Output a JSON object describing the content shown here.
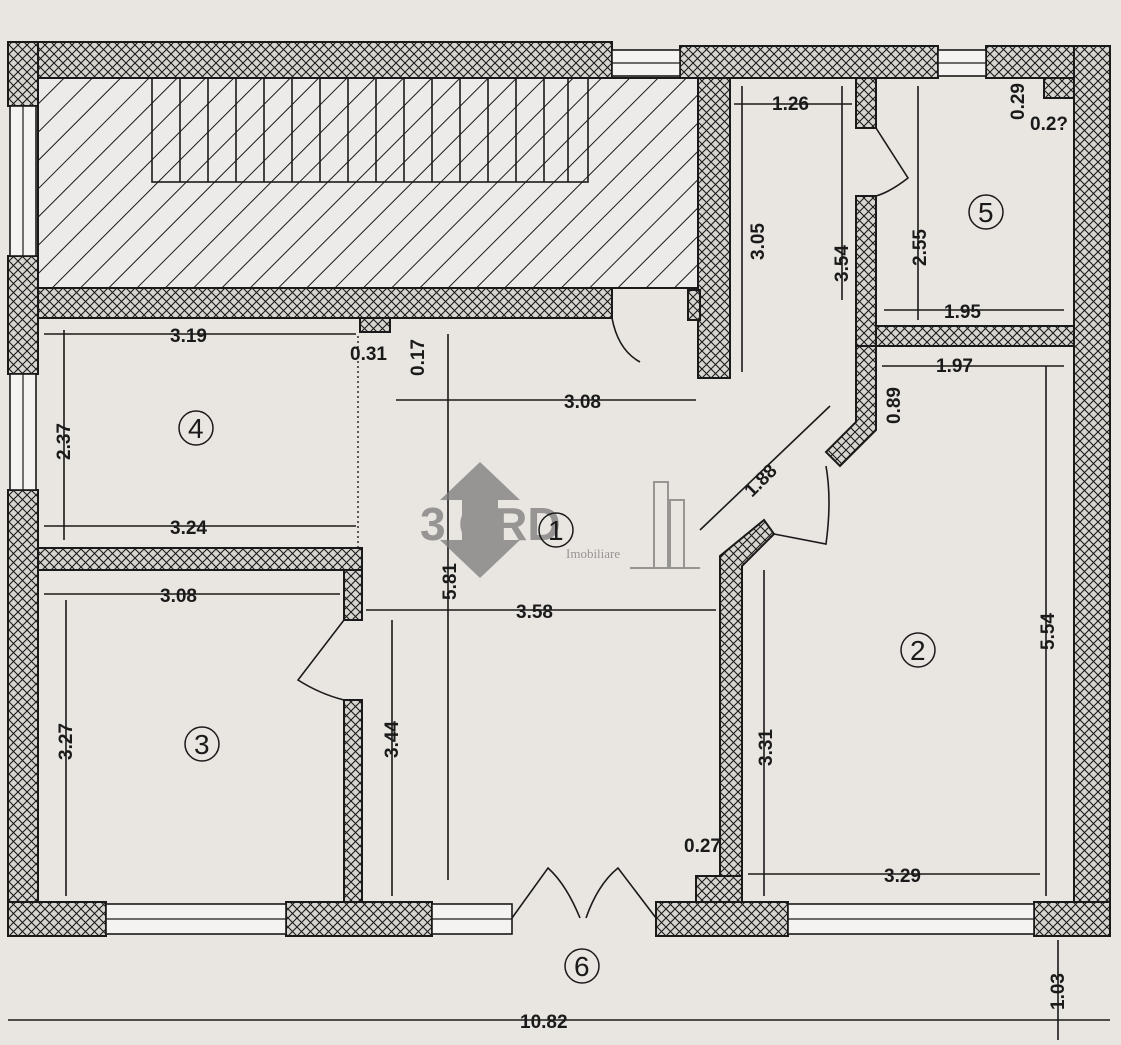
{
  "colors": {
    "background": "#e9e6e2",
    "line": "#1a1a1a",
    "logo": "#7b7b7b"
  },
  "logo": {
    "text": "3 ORD",
    "subtext": "Imobiliare"
  },
  "rooms": [
    {
      "number": "1"
    },
    {
      "number": "2"
    },
    {
      "number": "3"
    },
    {
      "number": "4"
    },
    {
      "number": "5"
    },
    {
      "number": "6"
    }
  ],
  "dimensions": {
    "d_1_26": "1.26",
    "d_0_29": "0.29",
    "d_0_2x": "0.2?",
    "d_3_05": "3.05",
    "d_3_54": "3.54",
    "d_2_55": "2.55",
    "d_1_95": "1.95",
    "d_1_97": "1.97",
    "d_0_89": "0.89",
    "d_3_19": "3.19",
    "d_0_31": "0.31",
    "d_0_17": "0.17",
    "d_3_08_top": "3.08",
    "d_2_37": "2.37",
    "d_1_88": "1.88",
    "d_3_24": "3.24",
    "d_3_08_left": "3.08",
    "d_5_81": "5.81",
    "d_3_58": "3.58",
    "d_5_54": "5.54",
    "d_3_27": "3.27",
    "d_3_44": "3.44",
    "d_3_31": "3.31",
    "d_0_27": "0.27",
    "d_3_29": "3.29",
    "d_1_03": "1.03",
    "d_10_82": "10.82"
  }
}
